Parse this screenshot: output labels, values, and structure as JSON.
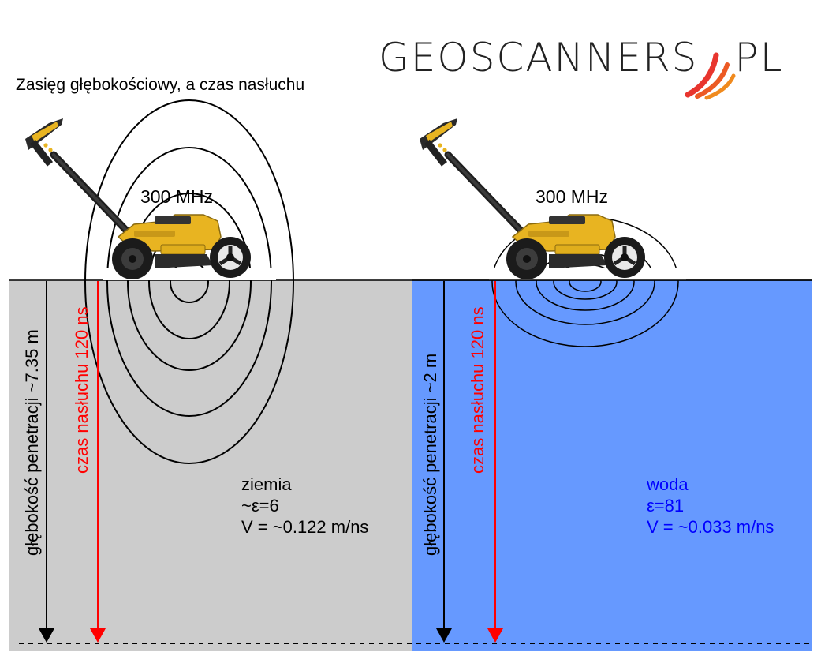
{
  "title": "Zasięg głębokościowy, a czas nasłuchu",
  "logo": {
    "main": "GEOSCANNERS",
    "suffix": "PL"
  },
  "colors": {
    "soil": "#cccccc",
    "water": "#6699ff",
    "listen_arrow": "#ff0000",
    "depth_arrow": "#000000",
    "water_text": "#0000ff",
    "device": "#e8b421",
    "logo_waves": [
      "#e8352e",
      "#f08a1e"
    ]
  },
  "left": {
    "frequency": "300 MHz",
    "depth_label": "głębokość penetracji ~7.35 m",
    "time_label": "czas nasłuchu 120 ns",
    "medium": {
      "name": "ziemia",
      "permittivity": "~ε=6",
      "velocity": "V = ~0.122 m/ns"
    }
  },
  "right": {
    "frequency": "300 MHz",
    "depth_label": "głębokość penetracji ~2 m",
    "time_label": "czas nasłuchu 120 ns",
    "medium": {
      "name": "woda",
      "permittivity": "ε=81",
      "velocity": "V = ~0.033 m/ns"
    }
  }
}
